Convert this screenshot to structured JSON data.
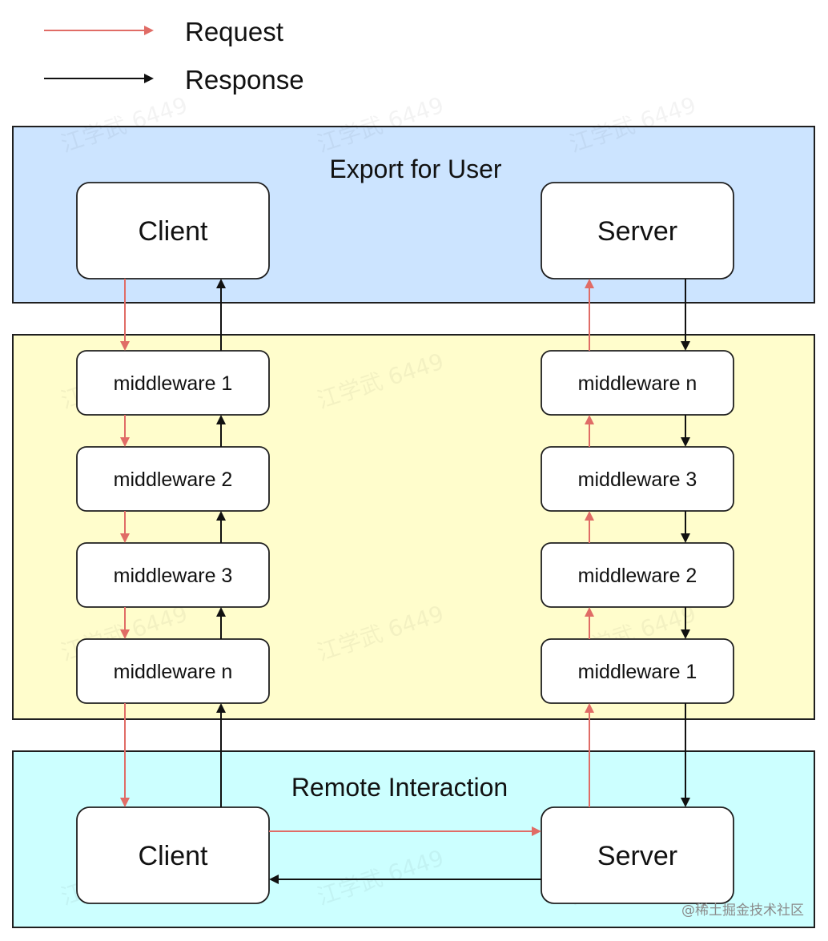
{
  "colors": {
    "request": "#e06c66",
    "response": "#111111",
    "export_band": "#cce4ff",
    "middleware_band": "#fffdcc",
    "remote_band": "#ccffff"
  },
  "legend": {
    "request_label": "Request",
    "response_label": "Response"
  },
  "bands": {
    "export": {
      "title": "Export for User"
    },
    "middleware": {
      "title": ""
    },
    "remote": {
      "title": "Remote Interaction"
    }
  },
  "nodes": {
    "export_client": "Client",
    "export_server": "Server",
    "left_mw": [
      "middleware 1",
      "middleware 2",
      "middleware 3",
      "middleware n"
    ],
    "right_mw": [
      "middleware n",
      "middleware 3",
      "middleware 2",
      "middleware 1"
    ],
    "remote_client": "Client",
    "remote_server": "Server"
  },
  "watermark": "江学武 6449",
  "credit": "@稀土掘金技术社区"
}
